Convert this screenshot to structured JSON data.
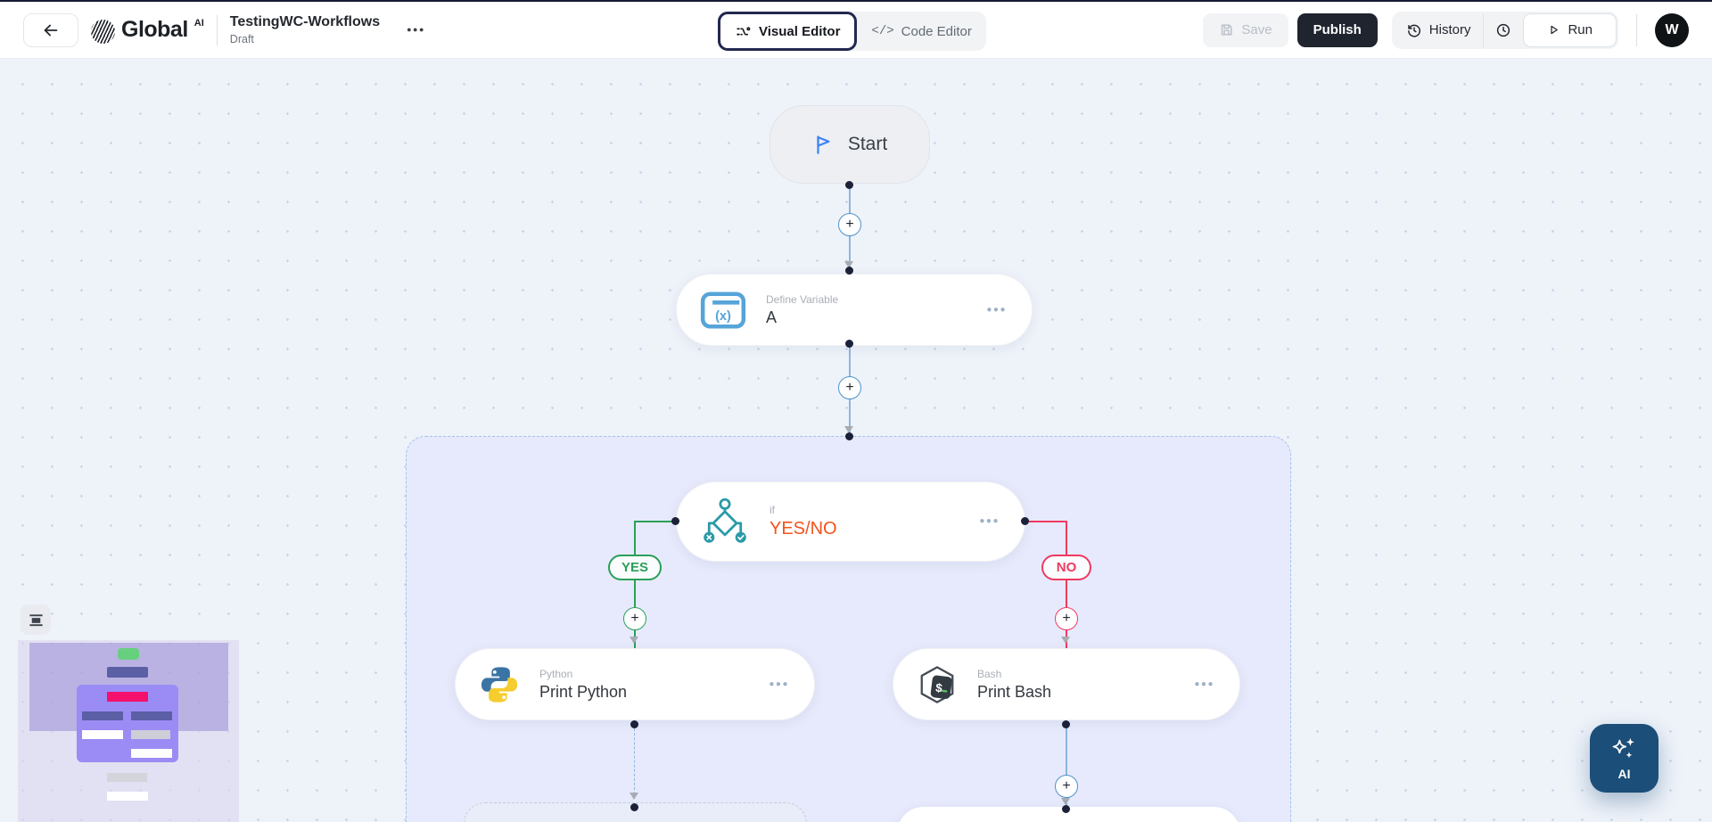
{
  "topbar": {
    "brand": {
      "name": "Global",
      "sup": "AI"
    },
    "title": "TestingWC-Workflows",
    "status": "Draft",
    "menu_dots": "●●●",
    "tabs": {
      "visual": "Visual Editor",
      "code": "Code Editor"
    },
    "code_glyph": "</>",
    "save_label": "Save",
    "publish_label": "Publish",
    "history_label": "History",
    "run_label": "Run",
    "avatar_initial": "W"
  },
  "canvas": {
    "start": {
      "label": "Start"
    },
    "define_variable": {
      "type": "Define Variable",
      "name": "A"
    },
    "if_node": {
      "type": "if",
      "name": "YES/NO"
    },
    "python": {
      "type": "Python",
      "name": "Print Python"
    },
    "bash": {
      "type": "Bash",
      "name": "Print Bash"
    },
    "yes_label": "YES",
    "no_label": "NO",
    "card_menu": "●●●",
    "plus_glyph": "+"
  },
  "ai_assistant": {
    "label": "AI"
  },
  "colors": {
    "active_tab_border": "#232850",
    "publish_bg": "#20242f",
    "yes_green": "#2aa05a",
    "no_red": "#ef3a61",
    "if_orange": "#f4521d",
    "connector_blue": "#8cb6dc",
    "icon_teal": "#2a9aa8",
    "node_icon_blue": "#57a4d9",
    "ai_fab_bg": "#1b4e78",
    "canvas_bg": "#eef2f9",
    "group_bg": "#e7eafc"
  }
}
